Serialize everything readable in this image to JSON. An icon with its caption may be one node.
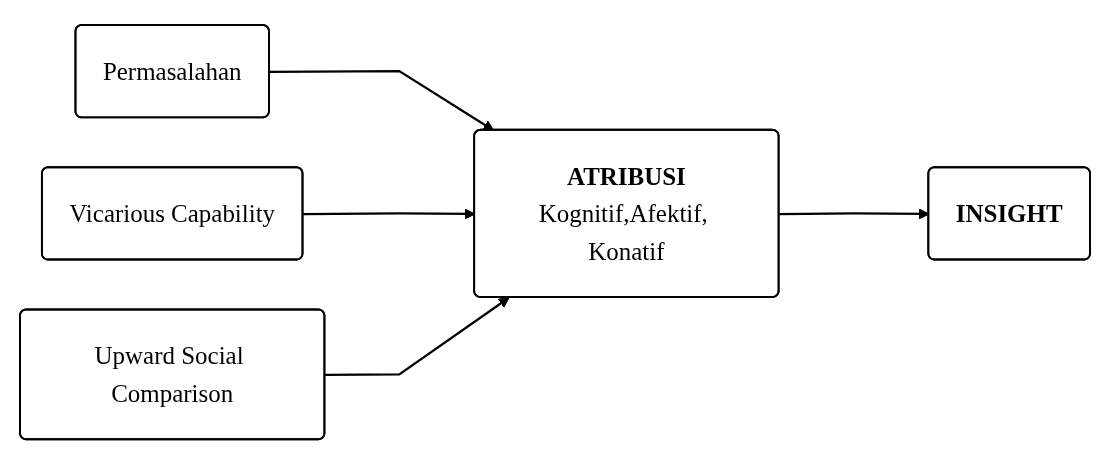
{
  "diagram": {
    "nodes": [
      {
        "text": [
          "Permasalahan"
        ]
      },
      {
        "text": [
          "Vicarious Capability"
        ]
      },
      {
        "text": [
          "Upward Social Comparison"
        ]
      },
      {
        "text": [
          "ATRIBUSI",
          "Kognitif,Afektif, Konatif"
        ]
      },
      {
        "text": [
          "INSIGHT"
        ]
      }
    ],
    "edges": [
      {
        "from": 0,
        "to": 3,
        "arrow": "to"
      },
      {
        "from": 1,
        "to": 3,
        "arrow": "to"
      },
      {
        "from": 2,
        "to": 3,
        "arrow": "to"
      },
      {
        "from": 3,
        "to": 4,
        "arrow": "to"
      }
    ]
  }
}
